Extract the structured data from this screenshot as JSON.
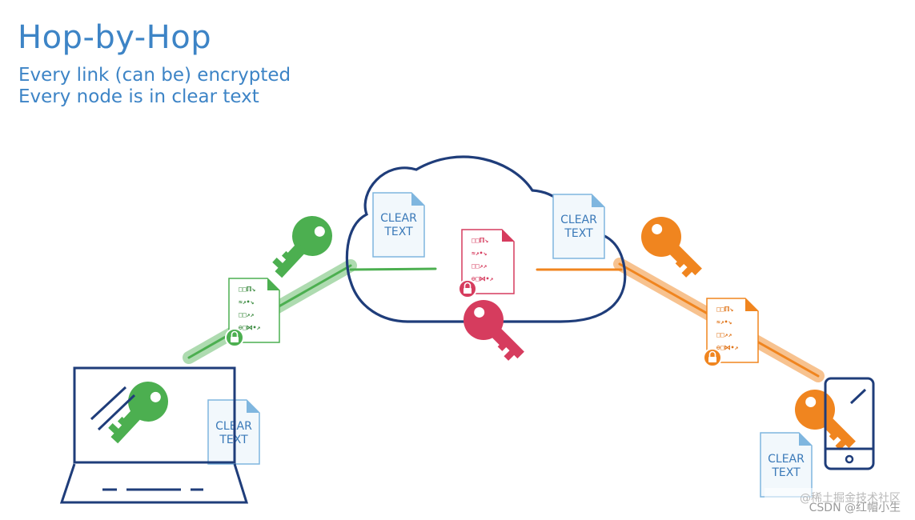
{
  "title": "Hop-by-Hop",
  "subtitles": [
    "Every link (can be) encrypted",
    "Every node is in clear text"
  ],
  "doc_labels": [
    "CLEAR",
    "TEXT"
  ],
  "cipher_rows": [
    "□□ℿ↘",
    "≈↗•↘",
    "□□↗↗",
    "⊖□⋈•↗"
  ],
  "colors": {
    "heading": "#3d84c6",
    "outline": "#1f3d7a",
    "green": "#4caf50",
    "red": "#d63c5e",
    "orange": "#f0851f",
    "doc_fill": "#f2f8fc",
    "doc_fold": "#7fb6df"
  },
  "icons": [
    "laptop-icon",
    "phone-icon",
    "cloud-icon",
    "key-icon",
    "document-icon",
    "padlock-icon"
  ],
  "watermark": {
    "line1": "@稀土掘金技术社区",
    "line2": "CSDN @红帽小生"
  }
}
